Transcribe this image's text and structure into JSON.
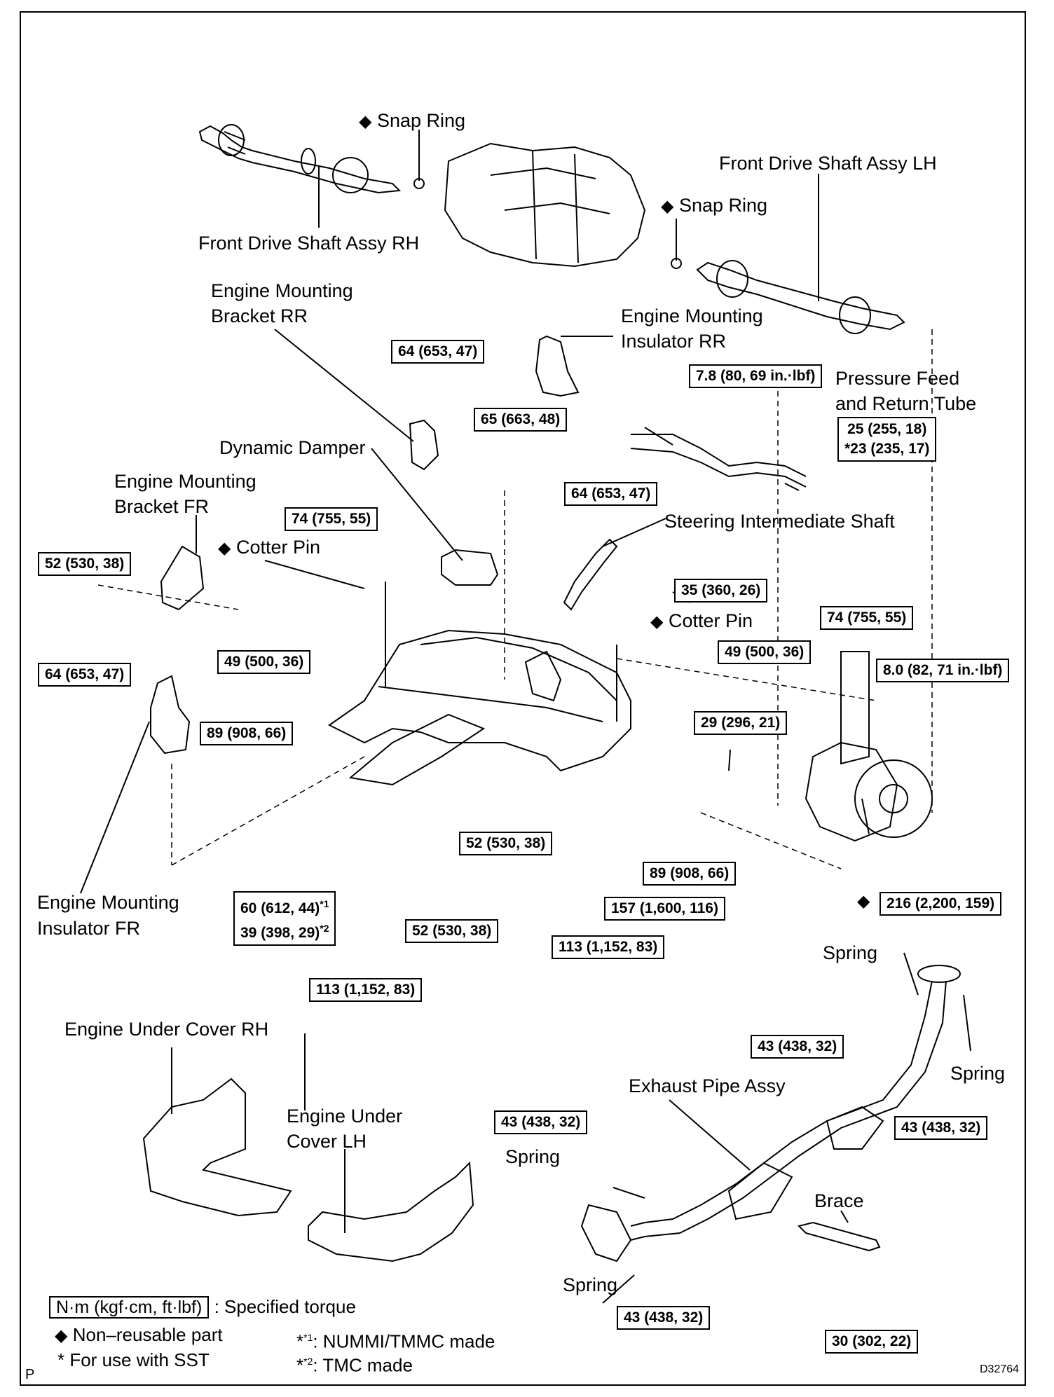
{
  "labels": {
    "snap_ring_1": "Snap Ring",
    "front_drive_shaft_rh": "Front Drive Shaft Assy RH",
    "front_drive_shaft_lh": "Front Drive Shaft Assy LH",
    "snap_ring_2": "Snap Ring",
    "eng_mount_bracket_rr_1": "Engine Mounting",
    "eng_mount_bracket_rr_2": "Bracket RR",
    "eng_mount_insulator_rr_1": "Engine Mounting",
    "eng_mount_insulator_rr_2": "Insulator RR",
    "pressure_feed_1": "Pressure Feed",
    "pressure_feed_2": "and Return Tube",
    "dynamic_damper": "Dynamic Damper",
    "eng_mount_bracket_fr_1": "Engine Mounting",
    "eng_mount_bracket_fr_2": "Bracket FR",
    "cotter_pin_1": "Cotter Pin",
    "steering_shaft": "Steering Intermediate Shaft",
    "cotter_pin_2": "Cotter Pin",
    "eng_mount_insulator_fr_1": "Engine Mounting",
    "eng_mount_insulator_fr_2": "Insulator FR",
    "spring_1": "Spring",
    "spring_2": "Spring",
    "spring_3": "Spring",
    "spring_4": "Spring",
    "engine_under_cover_rh": "Engine Under Cover RH",
    "engine_under_cover_lh_1": "Engine Under",
    "engine_under_cover_lh_2": "Cover LH",
    "exhaust_pipe": "Exhaust Pipe Assy",
    "brace": "Brace"
  },
  "torque": {
    "t1": "64 (653, 47)",
    "t2": "7.8 (80, 69 in.·lbf)",
    "t3": "65 (663, 48)",
    "t4a": "25 (255, 18)",
    "t4b": "*23 (235, 17)",
    "t5": "64 (653, 47)",
    "t6": "74 (755, 55)",
    "t7": "52 (530, 38)",
    "t8": "35 (360, 26)",
    "t9": "74 (755, 55)",
    "t10": "64 (653, 47)",
    "t11": "49 (500, 36)",
    "t12": "49 (500, 36)",
    "t13": "8.0 (82, 71 in.·lbf)",
    "t14": "89 (908, 66)",
    "t15": "29 (296, 21)",
    "t16": "52 (530, 38)",
    "t17": "89 (908, 66)",
    "t18a": "60 (612, 44)",
    "t18a_sup": "*1",
    "t18b": "39 (398, 29)",
    "t18b_sup": "*2",
    "t19": "216 (2,200, 159)",
    "t20": "157 (1,600, 116)",
    "t21": "52 (530, 38)",
    "t22": "113 (1,152, 83)",
    "t23": "113 (1,152, 83)",
    "t24": "43 (438, 32)",
    "t25": "43 (438, 32)",
    "t26": "43 (438, 32)",
    "t27": "43 (438, 32)",
    "t28": "30 (302, 22)"
  },
  "legend": {
    "unit_box": "N·m (kgf·cm, ft·lbf)",
    "unit_text": ": Specified torque",
    "nonreusable": "Non–reusable part",
    "sst": "* For use with SST",
    "note1_sup": "*1",
    "note1": ": NUMMI/TMMC made",
    "note2_sup": "*2",
    "note2": ": TMC made"
  },
  "corner": {
    "page_letter": "P",
    "figure_code": "D32764"
  },
  "icons": {
    "nonreusable_marker": "diamond-icon"
  }
}
